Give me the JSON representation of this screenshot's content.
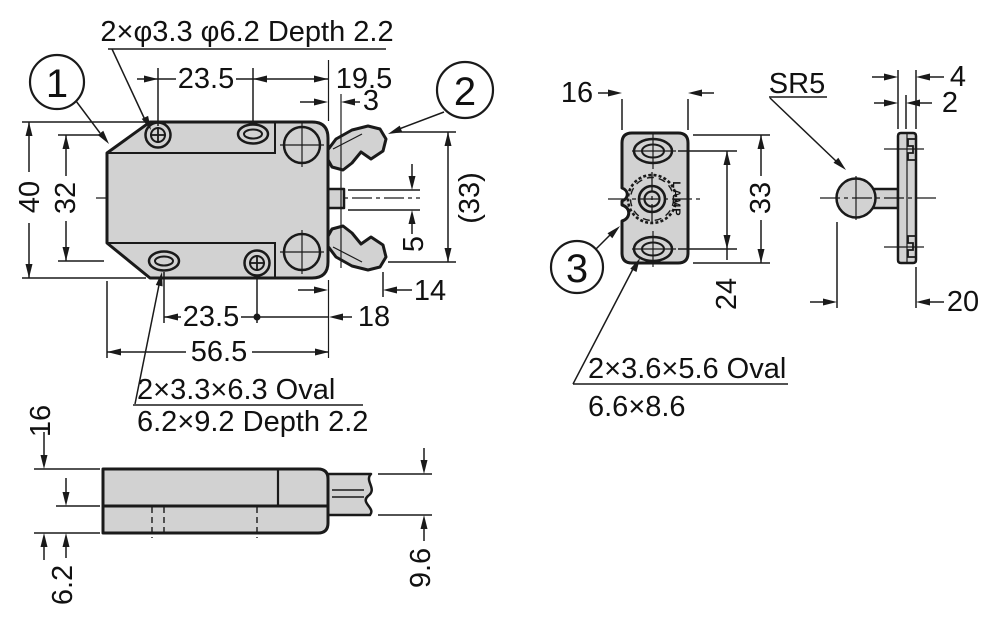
{
  "colors": {
    "line": "#1a1a1a",
    "fill": "#d2d2d2",
    "background": "#ffffff"
  },
  "balloons": {
    "one": "1",
    "two": "2",
    "three": "3"
  },
  "front_view": {
    "note_holes": "2×φ3.3 φ6.2 Depth 2.2",
    "note_oval_line1": "2×3.3×6.3 Oval",
    "note_oval_line2": "6.2×9.2 Depth 2.2",
    "dim_height": "40",
    "dim_hole_spacing_v": "32",
    "dim_hole_spacing_top": "23.5",
    "dim_right_edge": "19.5",
    "dim_offset": "3",
    "dim_claw_span": "(33)",
    "dim_pin": "5",
    "dim_claw_depth": "14",
    "dim_hole_spacing_bottom": "23.5",
    "dim_bottom_right": "18",
    "dim_width": "56.5"
  },
  "back_view": {
    "dim_width": "16",
    "dim_height": "33",
    "dim_hole_spacing": "24",
    "note_oval_line1": "2×3.6×5.6 Oval",
    "note_oval_line2": "6.6×8.6",
    "brand": "LAMP"
  },
  "side_view": {
    "note_sphere": "SR5",
    "dim_plate": "4",
    "dim_base": "2",
    "dim_length": "20"
  },
  "bottom_view": {
    "dim_height": "16",
    "dim_step": "6.2",
    "dim_arm": "9.6"
  }
}
